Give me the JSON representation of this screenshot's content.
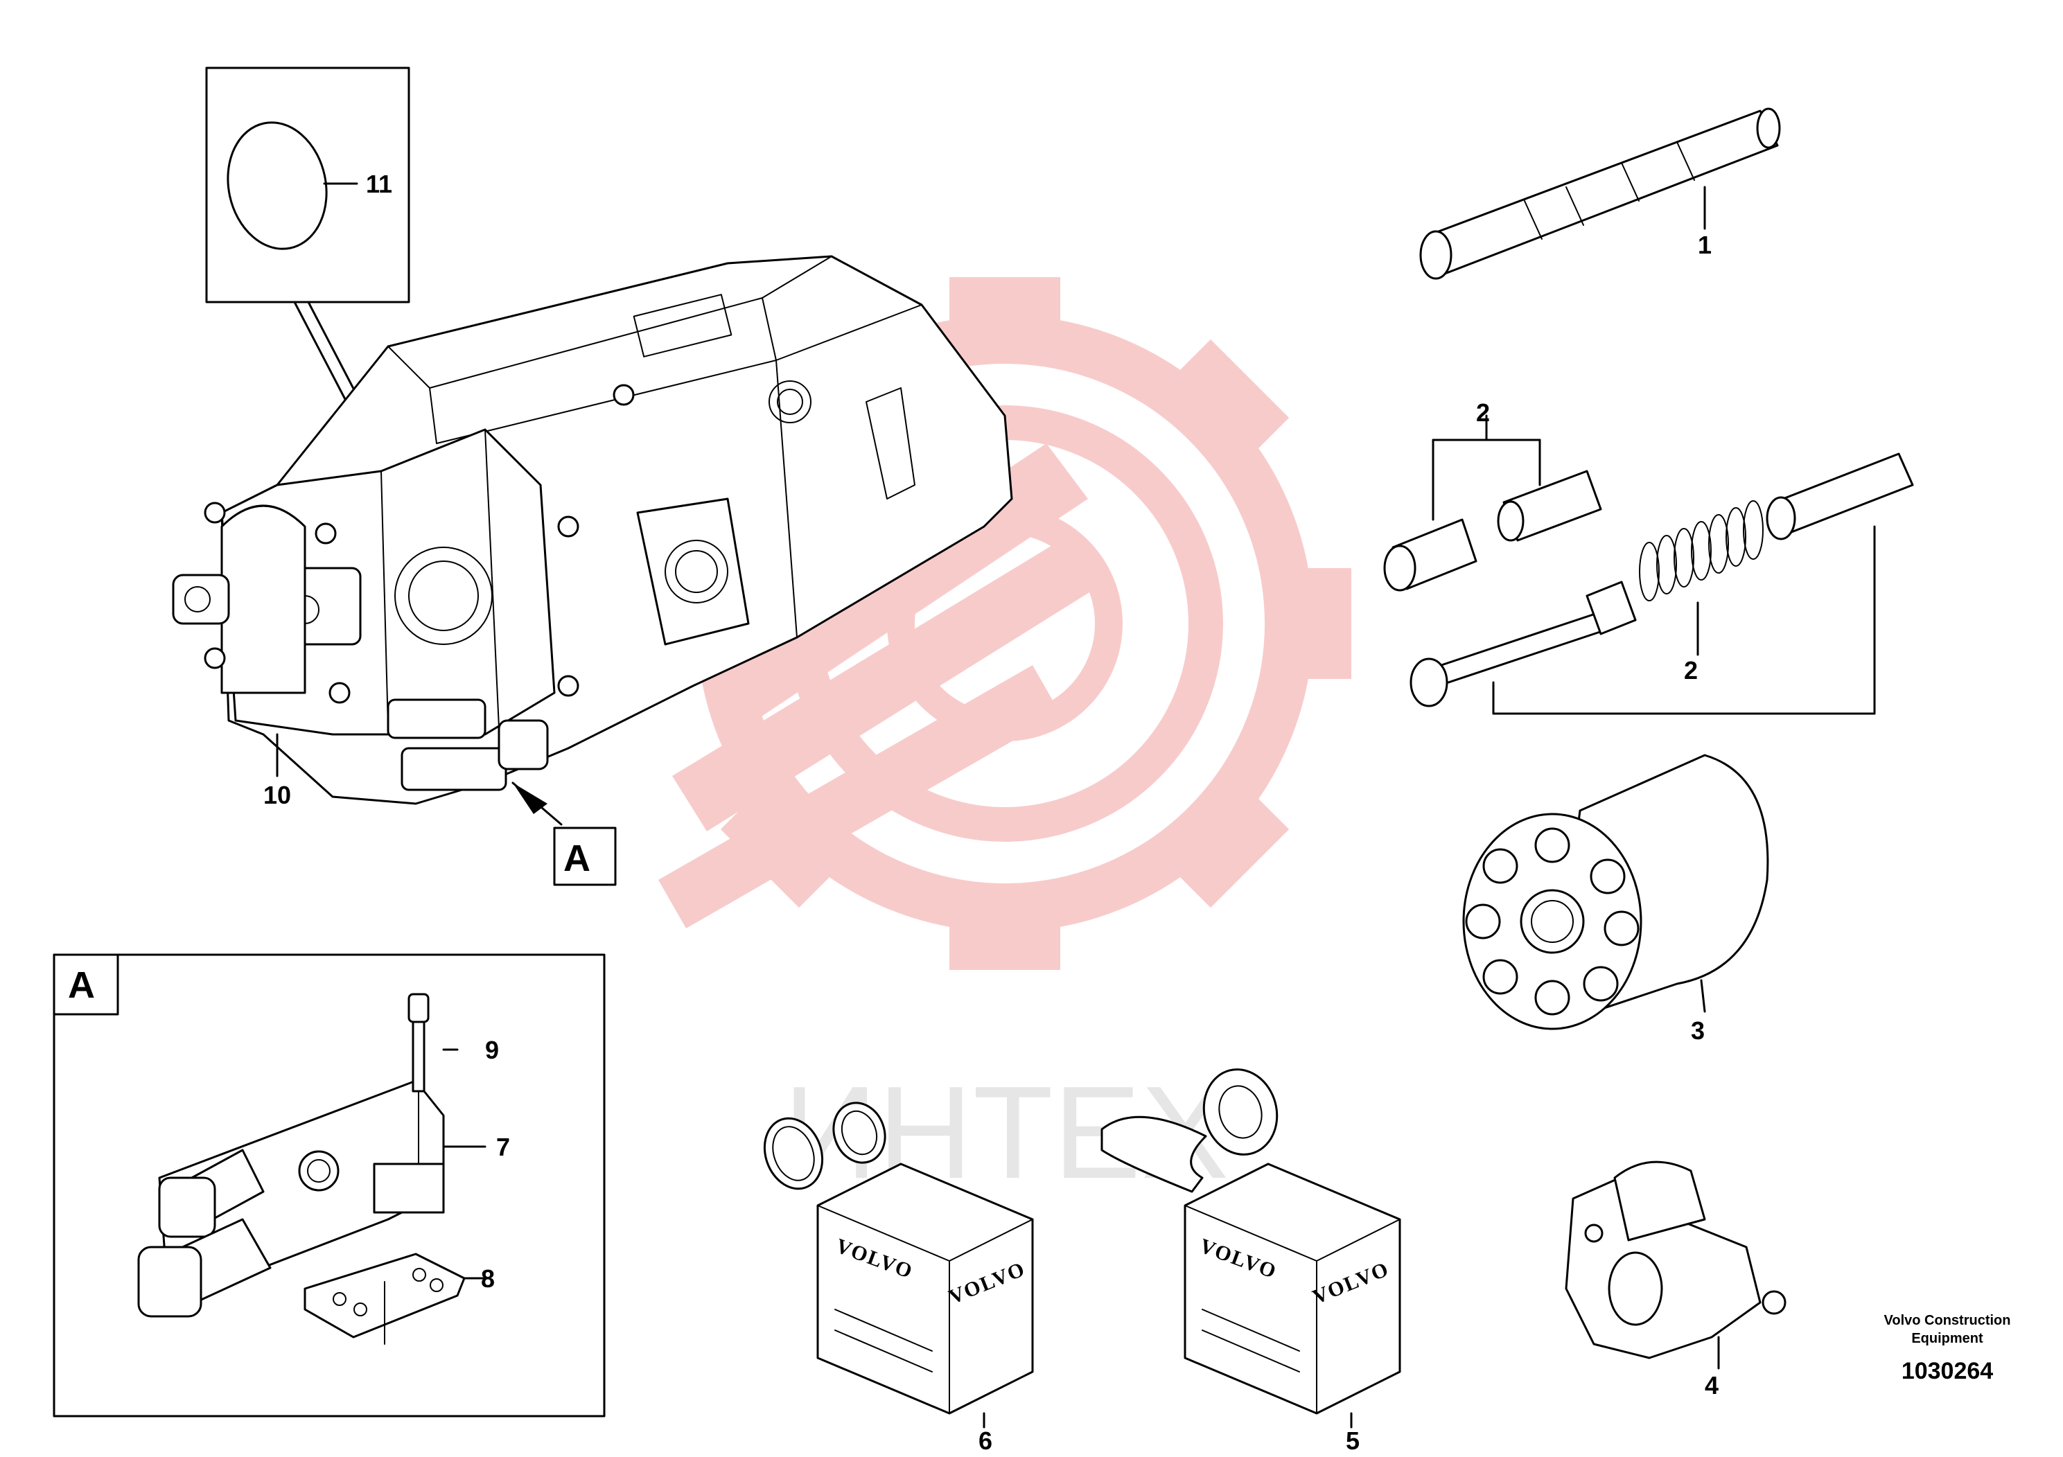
{
  "diagram": {
    "callout_letter": "A",
    "detail_box_letter": "A",
    "watermark_text": "ИНТЕХ",
    "brand_color": "#f2a0a0",
    "box_labels": [
      "VOLVO",
      "VOLVO"
    ],
    "credit_line1": "Volvo Construction",
    "credit_line2": "Equipment",
    "doc_number": "1030264",
    "labels": {
      "p1": "1",
      "p2a": "2",
      "p2b": "2",
      "p3": "3",
      "p4": "4",
      "p5": "5",
      "p6": "6",
      "p7": "7",
      "p8": "8",
      "p9": "9",
      "p10": "10",
      "p11": "11"
    }
  }
}
